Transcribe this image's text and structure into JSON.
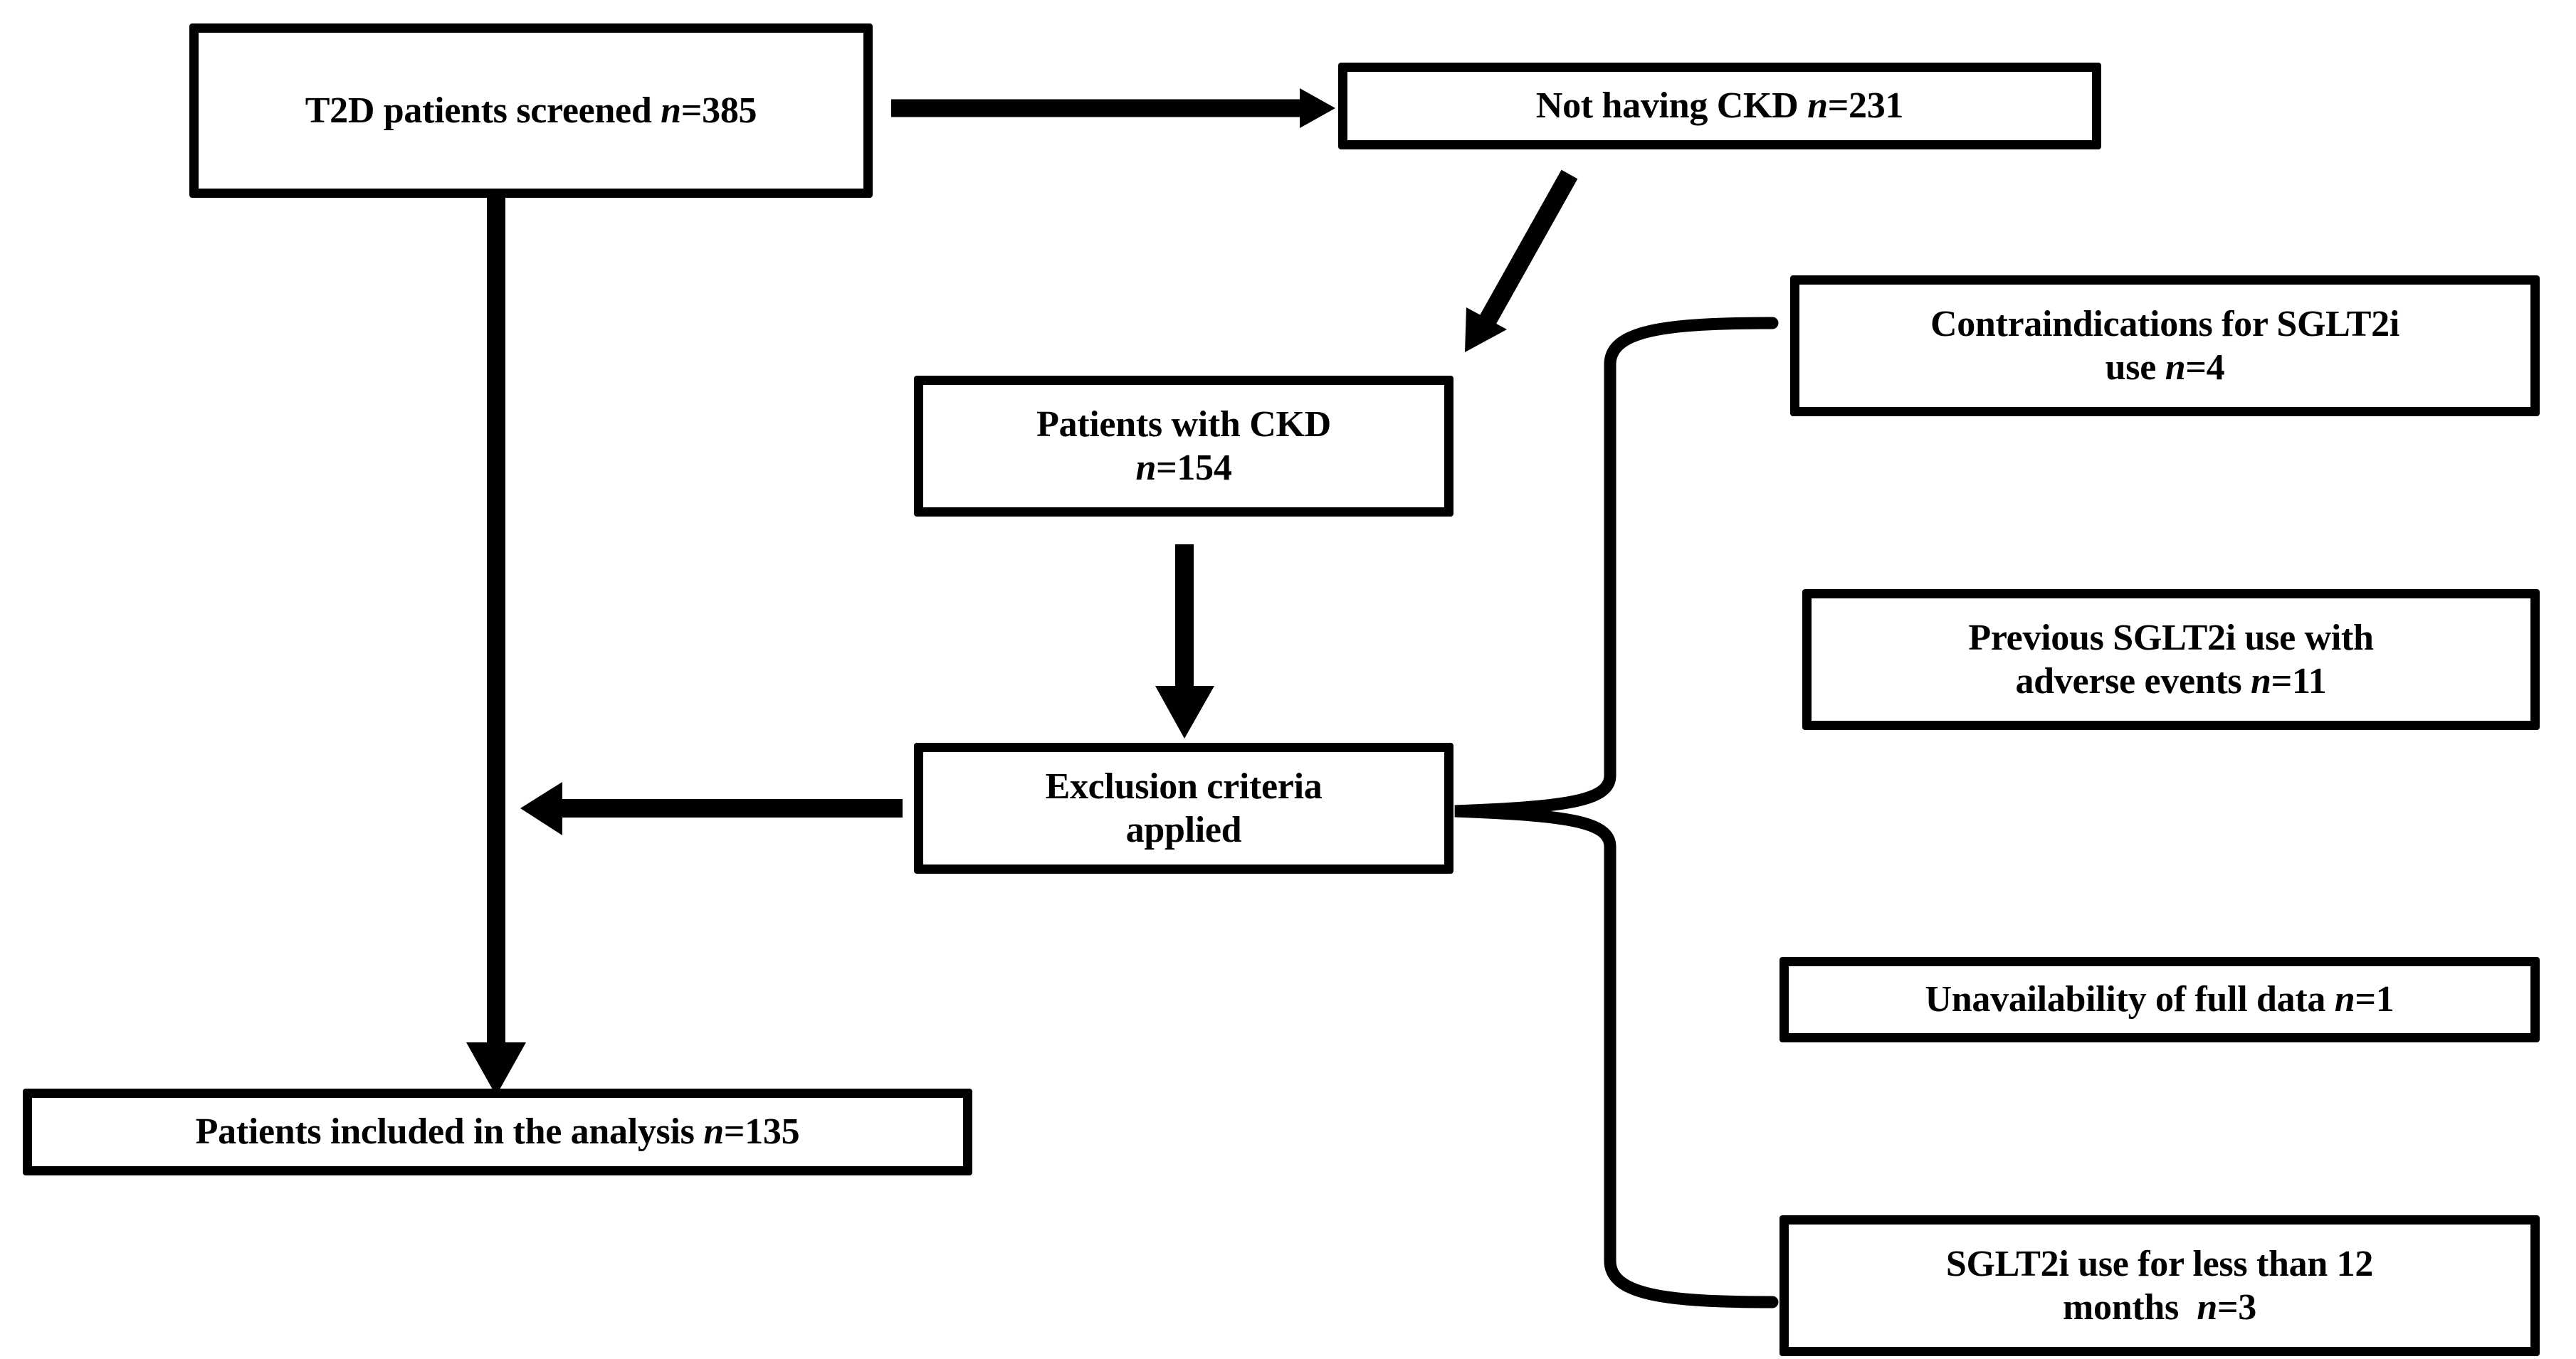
{
  "diagram": {
    "type": "flowchart",
    "title": "Patient selection flow diagram",
    "colors": {
      "background": "#ffffff",
      "stroke": "#000000",
      "box_fill": "#ffffff",
      "text": "#000000"
    },
    "nodes": {
      "screened": {
        "id": "screened",
        "label": "T2D patients screened n=385",
        "line1": "T2D patients screened ",
        "italic1": "n",
        "rest1": "=385",
        "count": 385
      },
      "not_having_ckd": {
        "id": "not-having-ckd",
        "label": "Not having CKD n=231",
        "line1": "Not having CKD ",
        "italic1": "n",
        "rest1": "=231",
        "count": 231
      },
      "patients_with_ckd": {
        "id": "patients-with-ckd",
        "label": "Patients with CKD n=154",
        "line1": "Patients with CKD",
        "italic1": "n",
        "rest1": "=154",
        "count": 154
      },
      "exclusion_criteria": {
        "id": "exclusion-criteria",
        "label": "Exclusion criteria applied",
        "line1": "Exclusion criteria",
        "line2": "applied"
      },
      "included": {
        "id": "patients-included",
        "label": "Patients included in the analysis n=135",
        "line1": "Patients included in the analysis ",
        "italic1": "n",
        "rest1": "=135",
        "count": 135
      },
      "contraindications": {
        "id": "contraindications",
        "label": "Contraindications for SGLT2i use n=4",
        "line1": "Contraindications for SGLT2i",
        "line2": "use ",
        "italic1": "n",
        "rest1": "=4",
        "count": 4
      },
      "previous_use": {
        "id": "previous-sglt2i-use",
        "label": "Previous SGLT2i use with adverse events n=11",
        "line1": "Previous SGLT2i use with",
        "line2": "adverse events ",
        "italic1": "n",
        "rest1": "=11",
        "count": 11
      },
      "unavailable_data": {
        "id": "unavailability-full-data",
        "label": "Unavailability of full data n=1",
        "line1": "Unavailability of full data ",
        "italic1": "n",
        "rest1": "=1",
        "count": 1
      },
      "short_use": {
        "id": "sglt2i-less-than-12-months",
        "label": "SGLT2i use for less than 12 months  n=3",
        "line1": "SGLT2i use for less than 12",
        "line2": "months  ",
        "italic1": "n",
        "rest1": "=3",
        "count": 3
      }
    },
    "edges": [
      {
        "id": "screened-to-not-having-ckd",
        "from": "screened",
        "to": "not_having_ckd",
        "style": "solid-arrow",
        "direction": "right"
      },
      {
        "id": "not-having-ckd-to-patients-with-ckd",
        "from": "not_having_ckd",
        "to": "patients_with_ckd",
        "style": "solid-arrow",
        "direction": "down-left-diagonal"
      },
      {
        "id": "patients-with-ckd-to-exclusion",
        "from": "patients_with_ckd",
        "to": "exclusion_criteria",
        "style": "solid-arrow",
        "direction": "down"
      },
      {
        "id": "exclusion-to-included",
        "from": "exclusion_criteria",
        "to": "included",
        "style": "solid-arrow",
        "direction": "left"
      },
      {
        "id": "screened-to-included",
        "from": "screened",
        "to": "included",
        "style": "solid-arrow",
        "direction": "down"
      },
      {
        "id": "exclusion-brace",
        "from": "exclusion_criteria",
        "to": [
          "contraindications",
          "previous_use",
          "unavailable_data",
          "short_use"
        ],
        "style": "curly-brace",
        "direction": "right"
      }
    ]
  }
}
